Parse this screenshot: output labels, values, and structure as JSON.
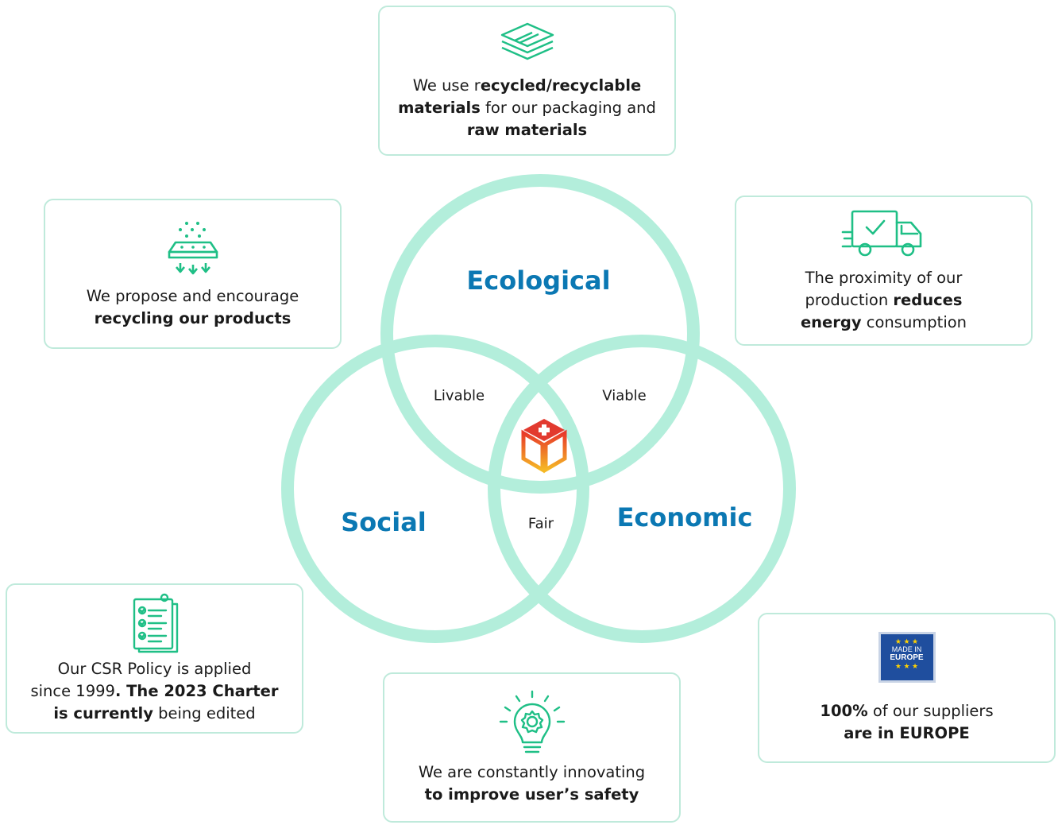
{
  "venn": {
    "circles": [
      {
        "label": "Ecological"
      },
      {
        "label": "Social"
      },
      {
        "label": "Economic"
      }
    ],
    "overlaps": {
      "livable": "Livable",
      "viable": "Viable",
      "fair": "Fair"
    },
    "ring_color": "#b3eedb",
    "label_color": "#0b78b3",
    "center_icon": "swiss-cross-box-logo"
  },
  "cards": {
    "materials": {
      "icon": "stacked-layers-icon",
      "t1": "We use r",
      "t2": "ecycled/recyclable",
      "t3": "materials",
      "t4": " for our packaging and",
      "t5": "raw materials"
    },
    "recycling": {
      "icon": "recycling-tray-icon",
      "t1": "We propose and encourage",
      "t2": "recycling our products"
    },
    "energy": {
      "icon": "delivery-truck-icon",
      "t1": "The proximity of our",
      "t2": "production ",
      "t3": "reduces",
      "t4": "energy",
      "t5": " consumption"
    },
    "csr": {
      "icon": "checklist-clipboard-icon",
      "t1": "Our CSR Policy is applied",
      "t2": "since 1999",
      "t3": ". The 2023 Charter",
      "t4": "is currently",
      "t5": " being edited"
    },
    "safety": {
      "icon": "lightbulb-gear-icon",
      "t1": "We are constantly innovating",
      "t2": "to improve user’s safety"
    },
    "suppliers": {
      "icon": "made-in-europe-badge",
      "badge_line1": "MADE IN",
      "badge_line2": "EUROPE",
      "t1": "100%",
      "t2": " of our suppliers",
      "t3": "are in EUROPE"
    }
  },
  "colors": {
    "card_border": "#bfeadb",
    "icon_green": "#1fbf86",
    "accent_blue": "#0b78b3"
  }
}
